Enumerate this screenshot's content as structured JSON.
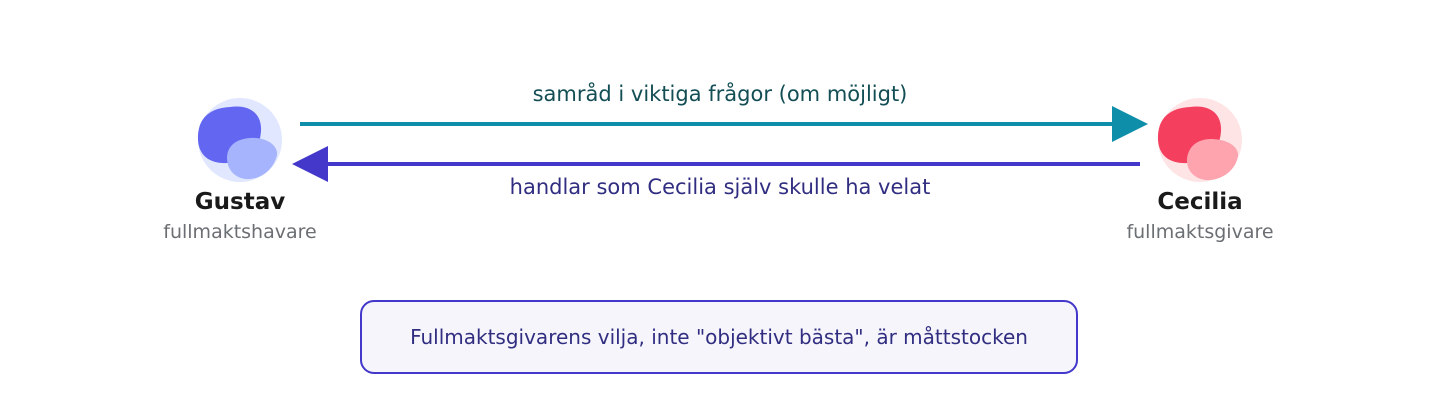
{
  "left_party": {
    "name": "Gustav",
    "role": "fullmaktshavare",
    "icon": "person-avatar-icon"
  },
  "right_party": {
    "name": "Cecilia",
    "role": "fullmaktsgivare",
    "icon": "person-avatar-icon"
  },
  "arrows": {
    "top_label": "samråd i viktiga frågor (om möjligt)",
    "bottom_label": "handlar som Cecilia själv skulle ha velat"
  },
  "note": "Fullmaktsgivarens vilja, inte \"objektivt bästa\", är måttstocken",
  "colors": {
    "left_primary": "#6366f1",
    "left_secondary": "#a5b4fc",
    "left_background": "#e0e7ff",
    "right_primary": "#f43f5e",
    "right_secondary": "#fda4af",
    "right_background": "#ffe4e6",
    "top_arrow": "#0e8ea8",
    "top_label": "#134e55",
    "bottom_arrow": "#4338ca",
    "bottom_label": "#312e81"
  }
}
